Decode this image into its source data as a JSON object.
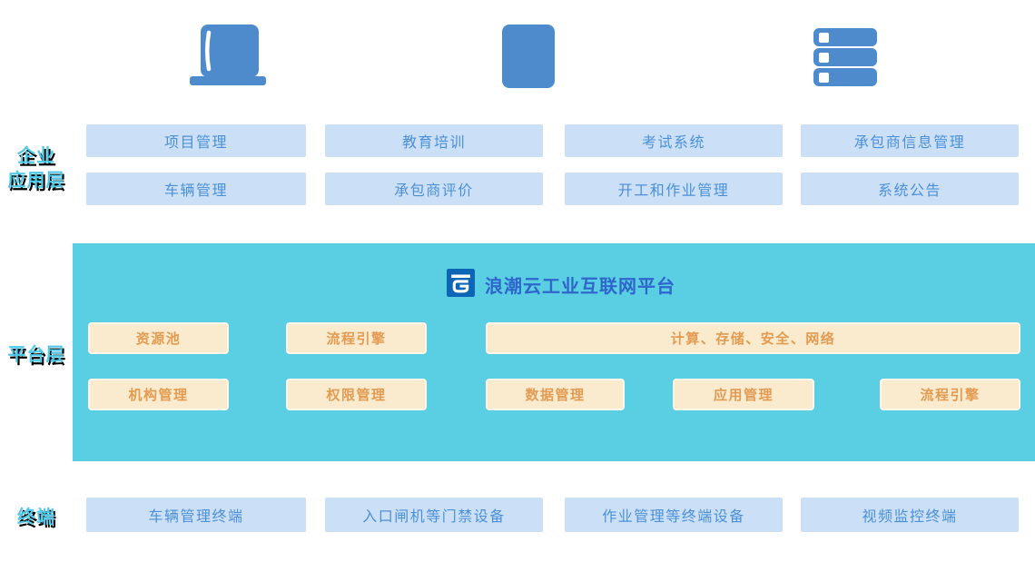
{
  "app_layer": {
    "label_line1": "企业",
    "label_line2": "应用层",
    "row1": [
      "项目管理",
      "教育培训",
      "考试系统",
      "承包商信息管理"
    ],
    "row2": [
      "车辆管理",
      "承包商评价",
      "开工和作业管理",
      "系统公告"
    ]
  },
  "platform_layer": {
    "label": "平台层",
    "title": "浪潮云工业互联网平台",
    "row1": [
      "资源池",
      "流程引擎",
      "计算、存储、安全、网络"
    ],
    "row2": [
      "机构管理",
      "权限管理",
      "数据管理",
      "应用管理",
      "流程引擎"
    ]
  },
  "terminal_layer": {
    "label": "终端",
    "items": [
      "车辆管理终端",
      "入口闸机等门禁设备",
      "作业管理等终端设备",
      "视频监控终端"
    ]
  },
  "icons": {
    "left": "laptop-icon",
    "middle": "tablet-icon",
    "right": "server-icon",
    "logo": "inspur-cloud-logo"
  },
  "colors": {
    "icon_blue": "#4e8bcd",
    "box_blue_bg": "#cbe0f7",
    "box_blue_text": "#4b90d7",
    "platform_teal": "#5acfe3",
    "cream_bg": "#faeace",
    "cream_text": "#e39b51",
    "label_cyan": "#4ec9e9",
    "title_blue": "#2e66cb",
    "logo_blue": "#0d65b5"
  }
}
